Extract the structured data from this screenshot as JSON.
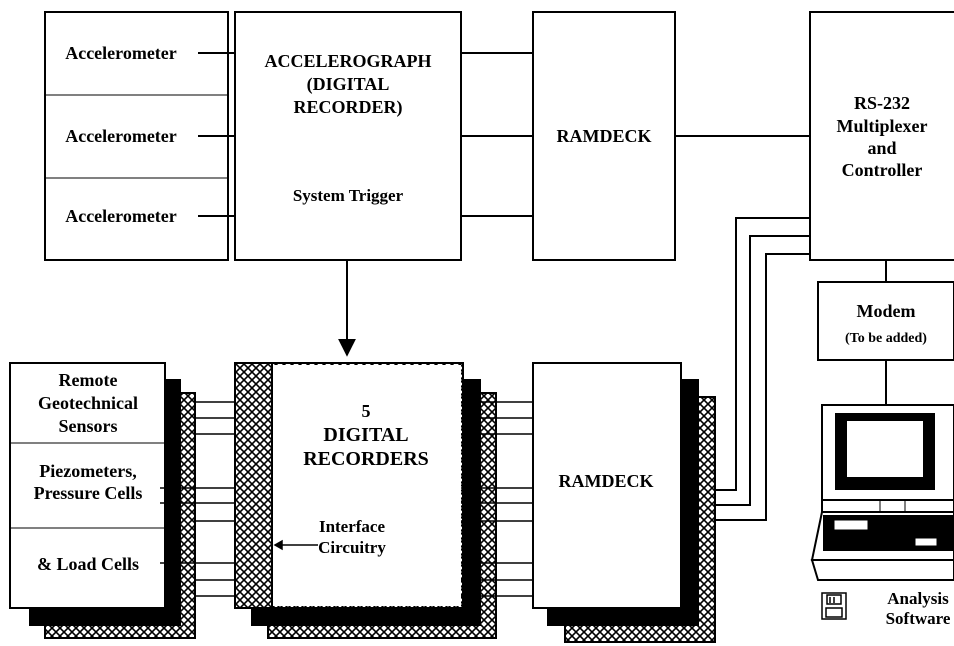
{
  "top_row": {
    "sensors": [
      "Accelerometer",
      "Accelerometer",
      "Accelerometer"
    ],
    "accelerograph": [
      "ACCELEROGRAPH",
      "(DIGITAL",
      "RECORDER)"
    ],
    "system_trigger": "System Trigger",
    "ramdeck": "RAMDECK"
  },
  "controller": [
    "RS-232",
    "Multiplexer",
    "and",
    "Controller"
  ],
  "modem": {
    "title": "Modem",
    "note": "(To be added)"
  },
  "bottom_row": {
    "sensors_group1": [
      "Remote",
      "Geotechnical",
      "Sensors"
    ],
    "sensors_group2": [
      "Piezometers,",
      "Pressure Cells"
    ],
    "sensors_group3": "& Load Cells",
    "recorders": [
      "5",
      "DIGITAL",
      "RECORDERS"
    ],
    "interface": [
      "Interface",
      "Circuitry"
    ],
    "ramdeck": "RAMDECK"
  },
  "software": [
    "Analysis",
    "Software"
  ]
}
